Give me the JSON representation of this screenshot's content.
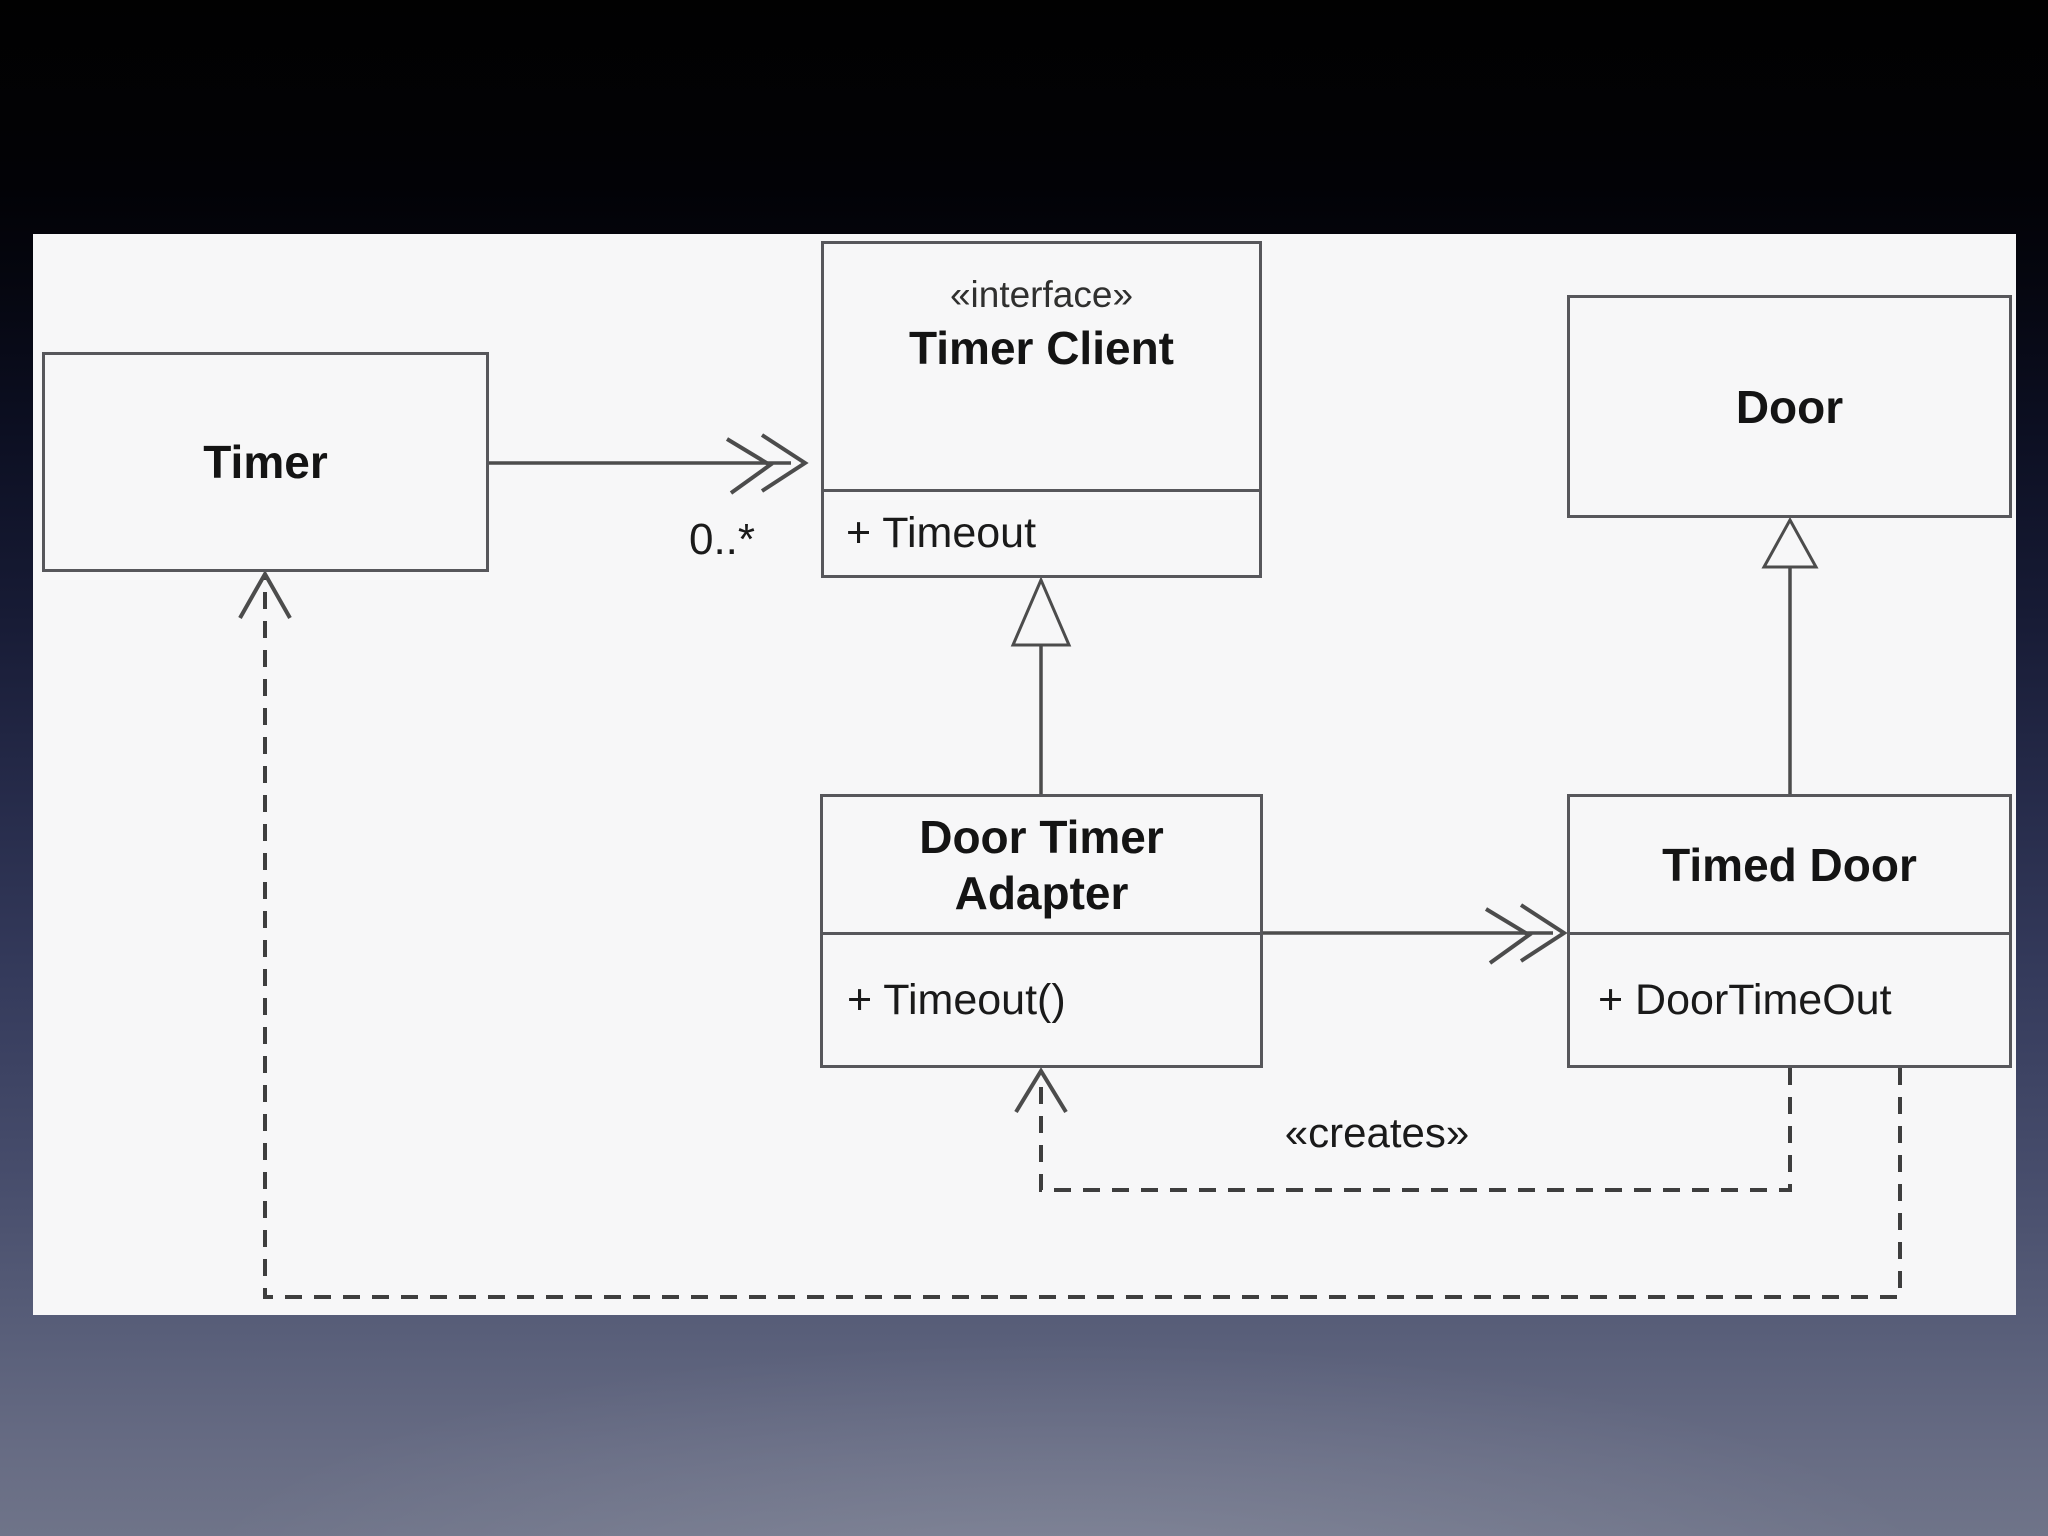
{
  "diagram": {
    "classes": [
      {
        "name": "Timer",
        "stereotype": "",
        "attributes": []
      },
      {
        "name": "Timer Client",
        "stereotype": "«interface»",
        "attributes": [
          "+ Timeout"
        ]
      },
      {
        "name": "Door",
        "stereotype": "",
        "attributes": []
      },
      {
        "name": "Door Timer Adapter",
        "stereotype": "",
        "attributes": [
          "+ Timeout()"
        ]
      },
      {
        "name": "Timed Door",
        "stereotype": "",
        "attributes": [
          "+ DoorTimeOut"
        ]
      }
    ],
    "labels": {
      "multiplicity": "0..*",
      "creates": "«creates»"
    },
    "relationships": [
      {
        "from": "Timer",
        "to": "Timer Client",
        "type": "association",
        "arrowhead": "open-double-chevron",
        "multiplicity": "0..*"
      },
      {
        "from": "Door Timer Adapter",
        "to": "Timer Client",
        "type": "realization",
        "arrowhead": "hollow-triangle"
      },
      {
        "from": "Timed Door",
        "to": "Door",
        "type": "generalization",
        "arrowhead": "hollow-triangle"
      },
      {
        "from": "Door Timer Adapter",
        "to": "Timed Door",
        "type": "association",
        "arrowhead": "open-double-chevron"
      },
      {
        "from": "Timed Door",
        "to": "Door Timer Adapter",
        "type": "dependency",
        "style": "dashed",
        "arrowhead": "open-chevron",
        "label": "«creates»"
      },
      {
        "from": "Timed Door",
        "to": "Timer",
        "type": "dependency",
        "style": "dashed",
        "arrowhead": "open-chevron"
      }
    ],
    "colors": {
      "panel": "#f7f7f8",
      "line": "#4c4c4c",
      "text": "#141414",
      "background_top": "#000000",
      "background_bottom": "#6f7489"
    }
  }
}
